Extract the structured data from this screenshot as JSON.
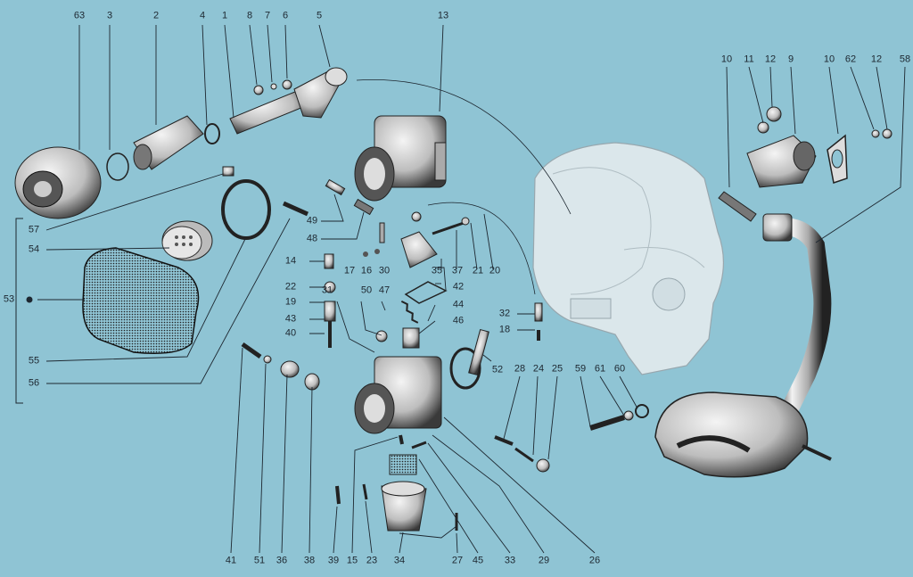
{
  "diagram": {
    "callouts": [
      "63",
      "3",
      "2",
      "4",
      "1",
      "8",
      "7",
      "6",
      "5",
      "13",
      "10",
      "11",
      "12",
      "9",
      "10",
      "62",
      "12",
      "58",
      "57",
      "54",
      "53",
      "55",
      "56",
      "49",
      "48",
      "14",
      "17",
      "16",
      "30",
      "22",
      "19",
      "43",
      "40",
      "31",
      "50",
      "47",
      "42",
      "44",
      "46",
      "35",
      "37",
      "21",
      "20",
      "32",
      "18",
      "52",
      "28",
      "24",
      "25",
      "59",
      "61",
      "60",
      "41",
      "51",
      "36",
      "38",
      "39",
      "15",
      "23",
      "34",
      "27",
      "45",
      "33",
      "29",
      "26"
    ]
  }
}
